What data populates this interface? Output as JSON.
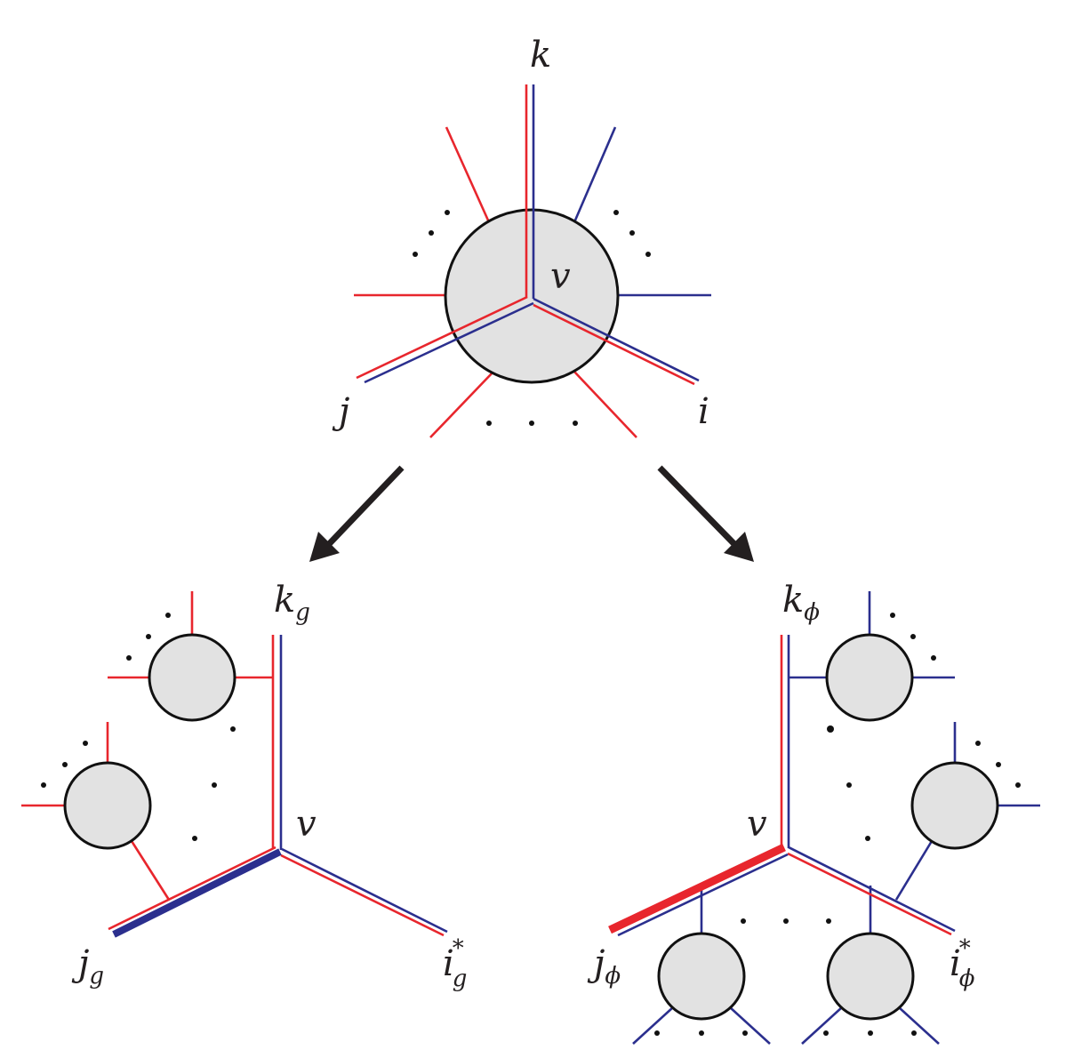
{
  "top": {
    "labels": {
      "k": "k",
      "j": "j",
      "i": "i",
      "v": "v"
    }
  },
  "bottom_left": {
    "labels": {
      "k": "k",
      "k_sub": "g",
      "j": "j",
      "j_sub": "g",
      "i": "i",
      "i_sub": "g",
      "i_sup": "*",
      "v": "v"
    }
  },
  "bottom_right": {
    "labels": {
      "k": "k",
      "k_sub": "ϕ",
      "j": "j",
      "j_sub": "ϕ",
      "i": "i",
      "i_sub": "ϕ",
      "i_sup": "*",
      "v": "v"
    }
  },
  "colors": {
    "red": "#e8262d",
    "blue": "#2b2f8e",
    "blob_fill": "#e2e2e2"
  }
}
